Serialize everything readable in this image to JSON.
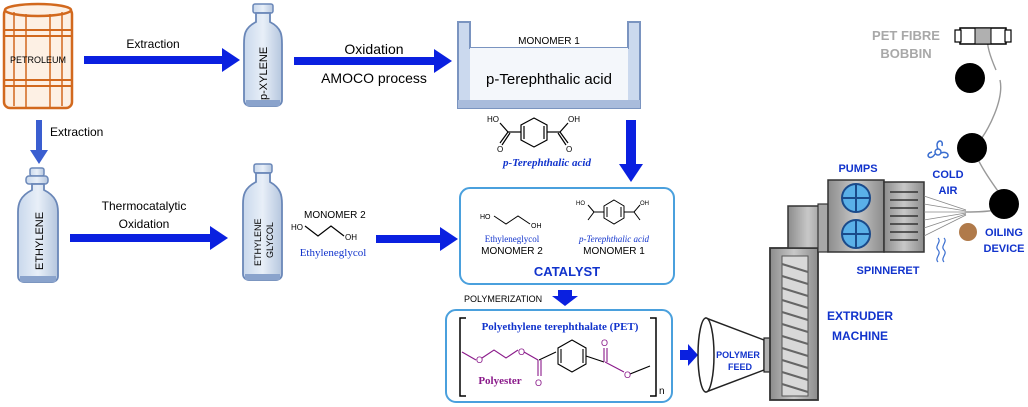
{
  "colors": {
    "arrow": "#0a20e0",
    "blue_text": "#1133cc",
    "purple": "#8a1a8a",
    "box_border": "#4aa0dd",
    "petroleum": "#d2691e",
    "grey_text": "#a8a8a8"
  },
  "labels": {
    "petroleum": "PETROLEUM",
    "extraction_1": "Extraction",
    "extraction_2": "Extraction",
    "pxylene": "p-XYLENE",
    "oxidation": "Oxidation",
    "amoco": "AMOCO process",
    "monomer1_top": "MONOMER 1",
    "terephthalic_box": "p-Terephthalic acid",
    "terephthalic_struct": "p-Terephthalic acid",
    "ethylene": "ETHYLENE",
    "thermo_1": "Thermocatalytic",
    "thermo_2": "Oxidation",
    "ethylene_glycol_bottle_1": "ETHYLENE",
    "ethylene_glycol_bottle_2": "GLYCOL",
    "monomer2": "MONOMER 2",
    "ethyleneglycol_struct": "Ethyleneglycol",
    "reactor_ethyleneglycol": "Ethyleneglycol",
    "reactor_terephthalic": "p-Terephthalic acid",
    "reactor_monomer2": "MONOMER 2",
    "reactor_monomer1": "MONOMER 1",
    "catalyst": "CATALYST",
    "polymerization": "POLYMERIZATION",
    "pet_title": "Polyethylene terephthalate (PET)",
    "polyester": "Polyester",
    "subscript_n": "n",
    "polymer_feed_1": "POLYMER",
    "polymer_feed_2": "FEED",
    "extruder_1": "EXTRUDER",
    "extruder_2": "MACHINE",
    "pumps": "PUMPS",
    "spinneret": "SPINNERET",
    "cold_air_1": "COLD",
    "cold_air_2": "AIR",
    "oiling_1": "OILING",
    "oiling_2": "DEVICE",
    "bobbin_1": "PET FIBRE",
    "bobbin_2": "BOBBIN",
    "oh": "OH",
    "ho": "HO",
    "o": "O"
  }
}
